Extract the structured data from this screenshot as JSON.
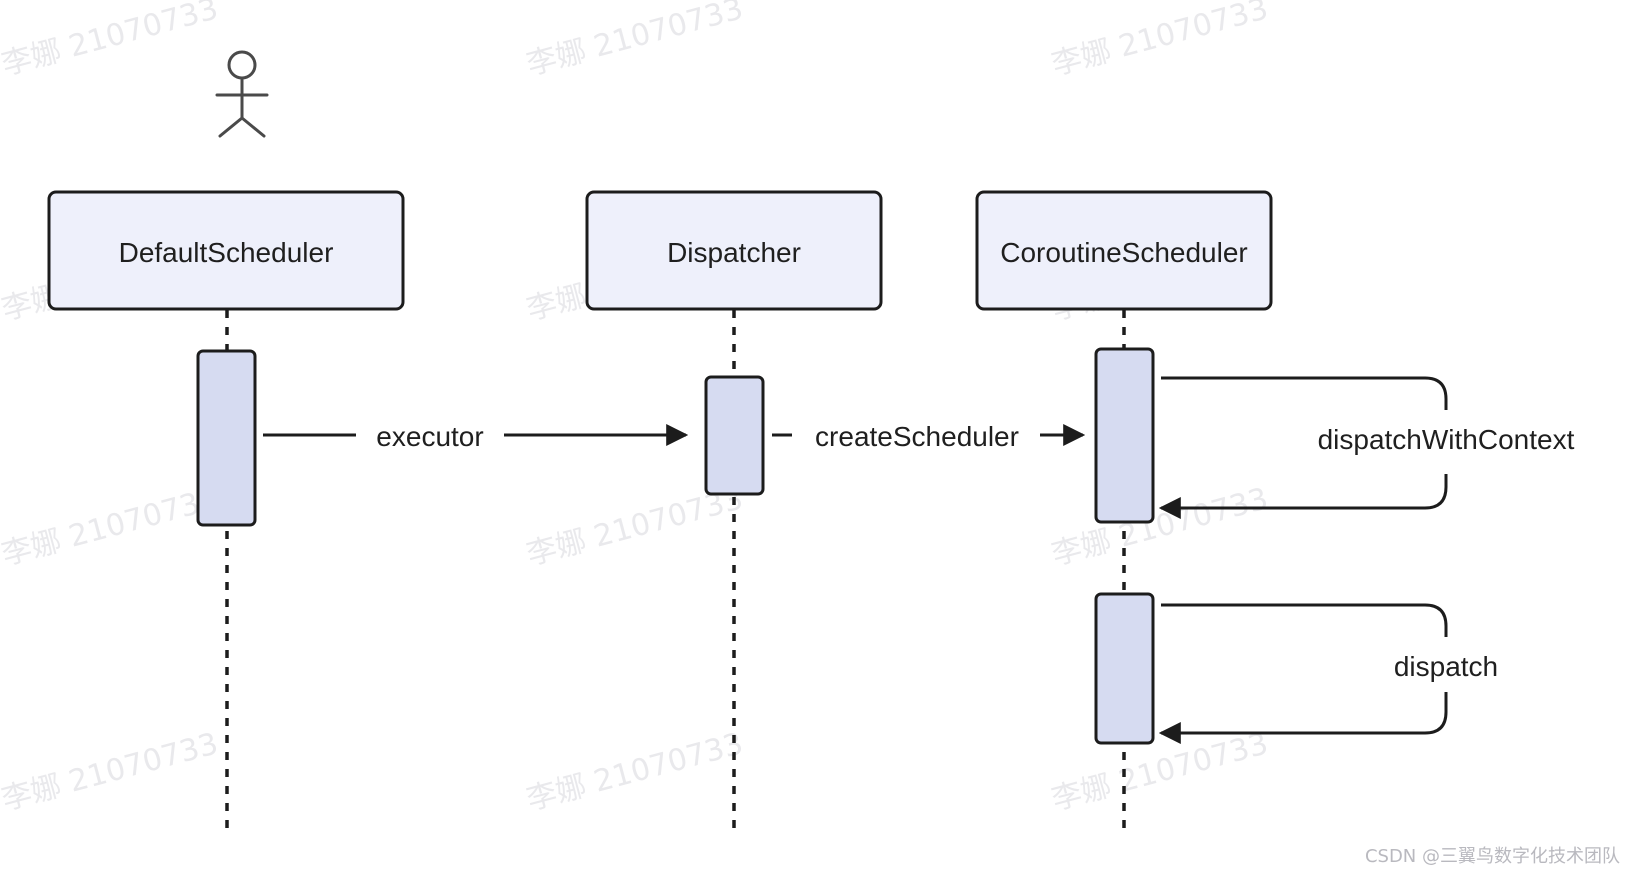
{
  "watermarks": [
    "李娜 21070733"
  ],
  "lifelines": [
    {
      "name": "DefaultScheduler"
    },
    {
      "name": "Dispatcher"
    },
    {
      "name": "CoroutineScheduler"
    }
  ],
  "messages": [
    {
      "label": "executor"
    },
    {
      "label": "createScheduler"
    },
    {
      "label": "dispatchWithContext"
    },
    {
      "label": "dispatch"
    }
  ],
  "credit": "CSDN @三翼鸟数字化技术团队",
  "colors": {
    "box_fill": "#eef0fb",
    "activation_fill": "#d6dbf1",
    "stroke": "#1c1c1c",
    "actor_stroke": "#4a4a4a"
  }
}
